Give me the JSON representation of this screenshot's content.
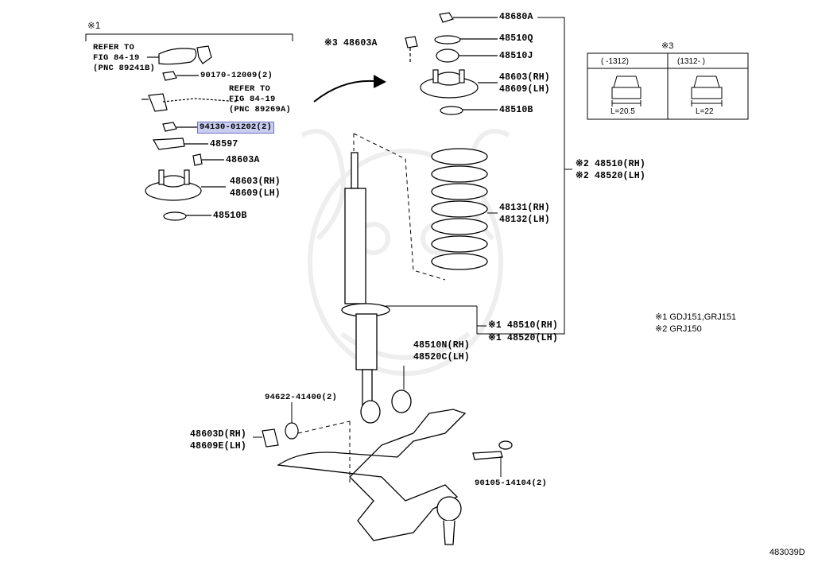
{
  "note1": "※1",
  "note3_title": "※3",
  "refer1": [
    "REFER TO",
    "FIG 84-19",
    "(PNC 89241B)"
  ],
  "refer2": [
    "REFER TO",
    "FIG 84-19",
    "(PNC 89269A)"
  ],
  "parts": {
    "p90170": "90170-12009(2)",
    "p94130": "94130-01202(2)",
    "p48597": "48597",
    "p48603A_left": "48603A",
    "p48603_left": "48603(RH)",
    "p48609_left": "48609(LH)",
    "p48510B_left": "48510B",
    "p48603A_top": "※3 48603A",
    "p48680A": "48680A",
    "p48510Q": "48510Q",
    "p48510J": "48510J",
    "p48603_rh": "48603(RH)",
    "p48609_lh": "48609(LH)",
    "p48510B": "48510B",
    "p48510_rh2": "※2 48510(RH)",
    "p48520_lh2": "※2 48520(LH)",
    "p48131": "48131(RH)",
    "p48132": "48132(LH)",
    "p48510_rh1": "※1 48510(RH)",
    "p48520_lh1": "※1 48520(LH)",
    "p48510N": "48510N(RH)",
    "p48520C": "48520C(LH)",
    "p94622": "94622-41400(2)",
    "p48603D": "48603D(RH)",
    "p48609E": "48609E(LH)",
    "p90105": "90105-14104(2)"
  },
  "legend": {
    "l1": "※1 GDJ151,GRJ151",
    "l2": "※2 GRJ150"
  },
  "table": {
    "col1": "(      -1312)",
    "col2": "(1312-      )",
    "len1": "L=20.5",
    "len2": "L=22"
  },
  "figure_id": "483039D"
}
